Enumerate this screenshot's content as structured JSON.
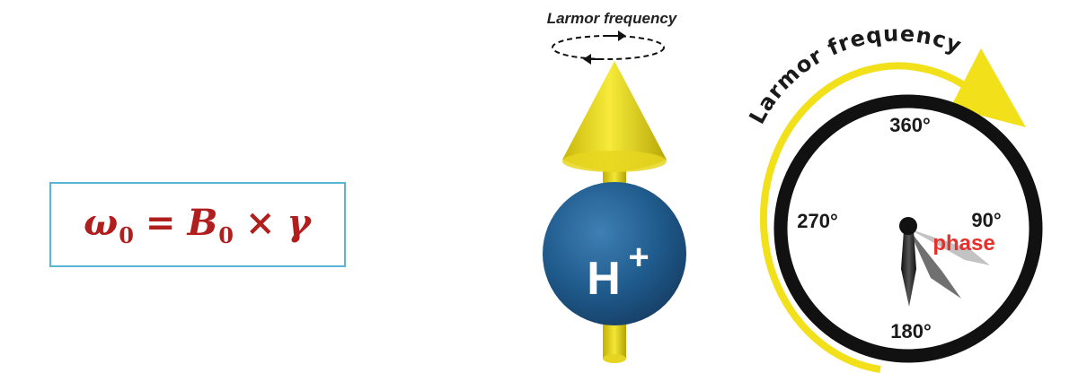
{
  "formula": {
    "omega": "ω",
    "omega_sub": "0",
    "equals": "=",
    "b": "B",
    "b_sub": "0",
    "times": "×",
    "gamma": "γ"
  },
  "spin": {
    "top_label": "Larmor frequency",
    "particle_label": "H",
    "particle_charge": "+"
  },
  "dial": {
    "arc_label": "Larmor frequency",
    "angle_top": "360°",
    "angle_right": "90°",
    "angle_bottom": "180°",
    "angle_left": "270°",
    "phase_label": "phase"
  },
  "colors": {
    "formula": "#b01e1e",
    "box_border": "#5ab4d6",
    "arrow_yellow": "#f1e01a",
    "sphere_blue": "#1f5a8c",
    "phase_red": "#e8302a"
  }
}
